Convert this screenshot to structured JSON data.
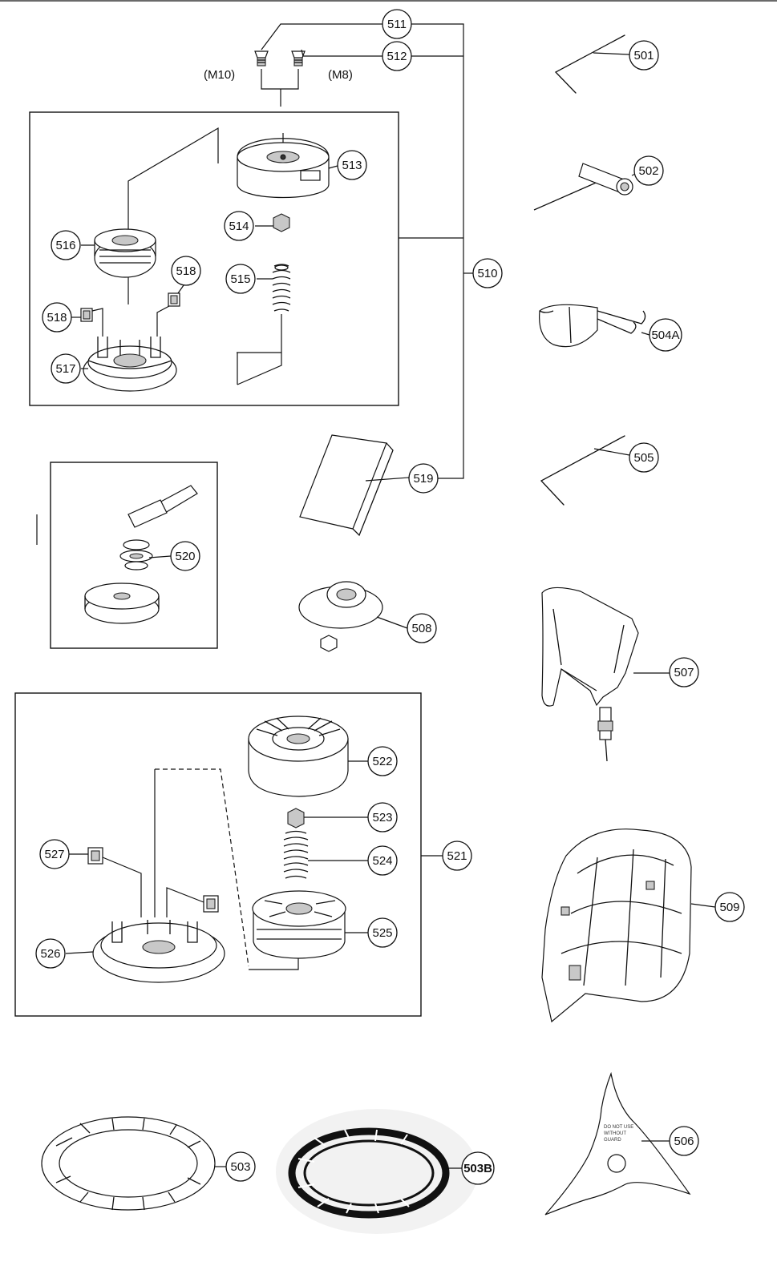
{
  "diagram": {
    "size_labels": {
      "m10": "(M10)",
      "m8": "(M8)"
    },
    "callouts": {
      "p501": "501",
      "p502": "502",
      "p503": "503",
      "p503B": "503B",
      "p504A": "504A",
      "p505": "505",
      "p506": "506",
      "p507": "507",
      "p508": "508",
      "p509": "509",
      "p510": "510",
      "p511": "511",
      "p512": "512",
      "p513": "513",
      "p514": "514",
      "p515": "515",
      "p516": "516",
      "p517": "517",
      "p518a": "518",
      "p518b": "518",
      "p519": "519",
      "p520": "520",
      "p521": "521",
      "p522": "522",
      "p523": "523",
      "p524": "524",
      "p525": "525",
      "p526": "526",
      "p527": "527"
    },
    "blade_text": [
      "DO NOT USE",
      "WITHOUT",
      "GUARD"
    ]
  }
}
